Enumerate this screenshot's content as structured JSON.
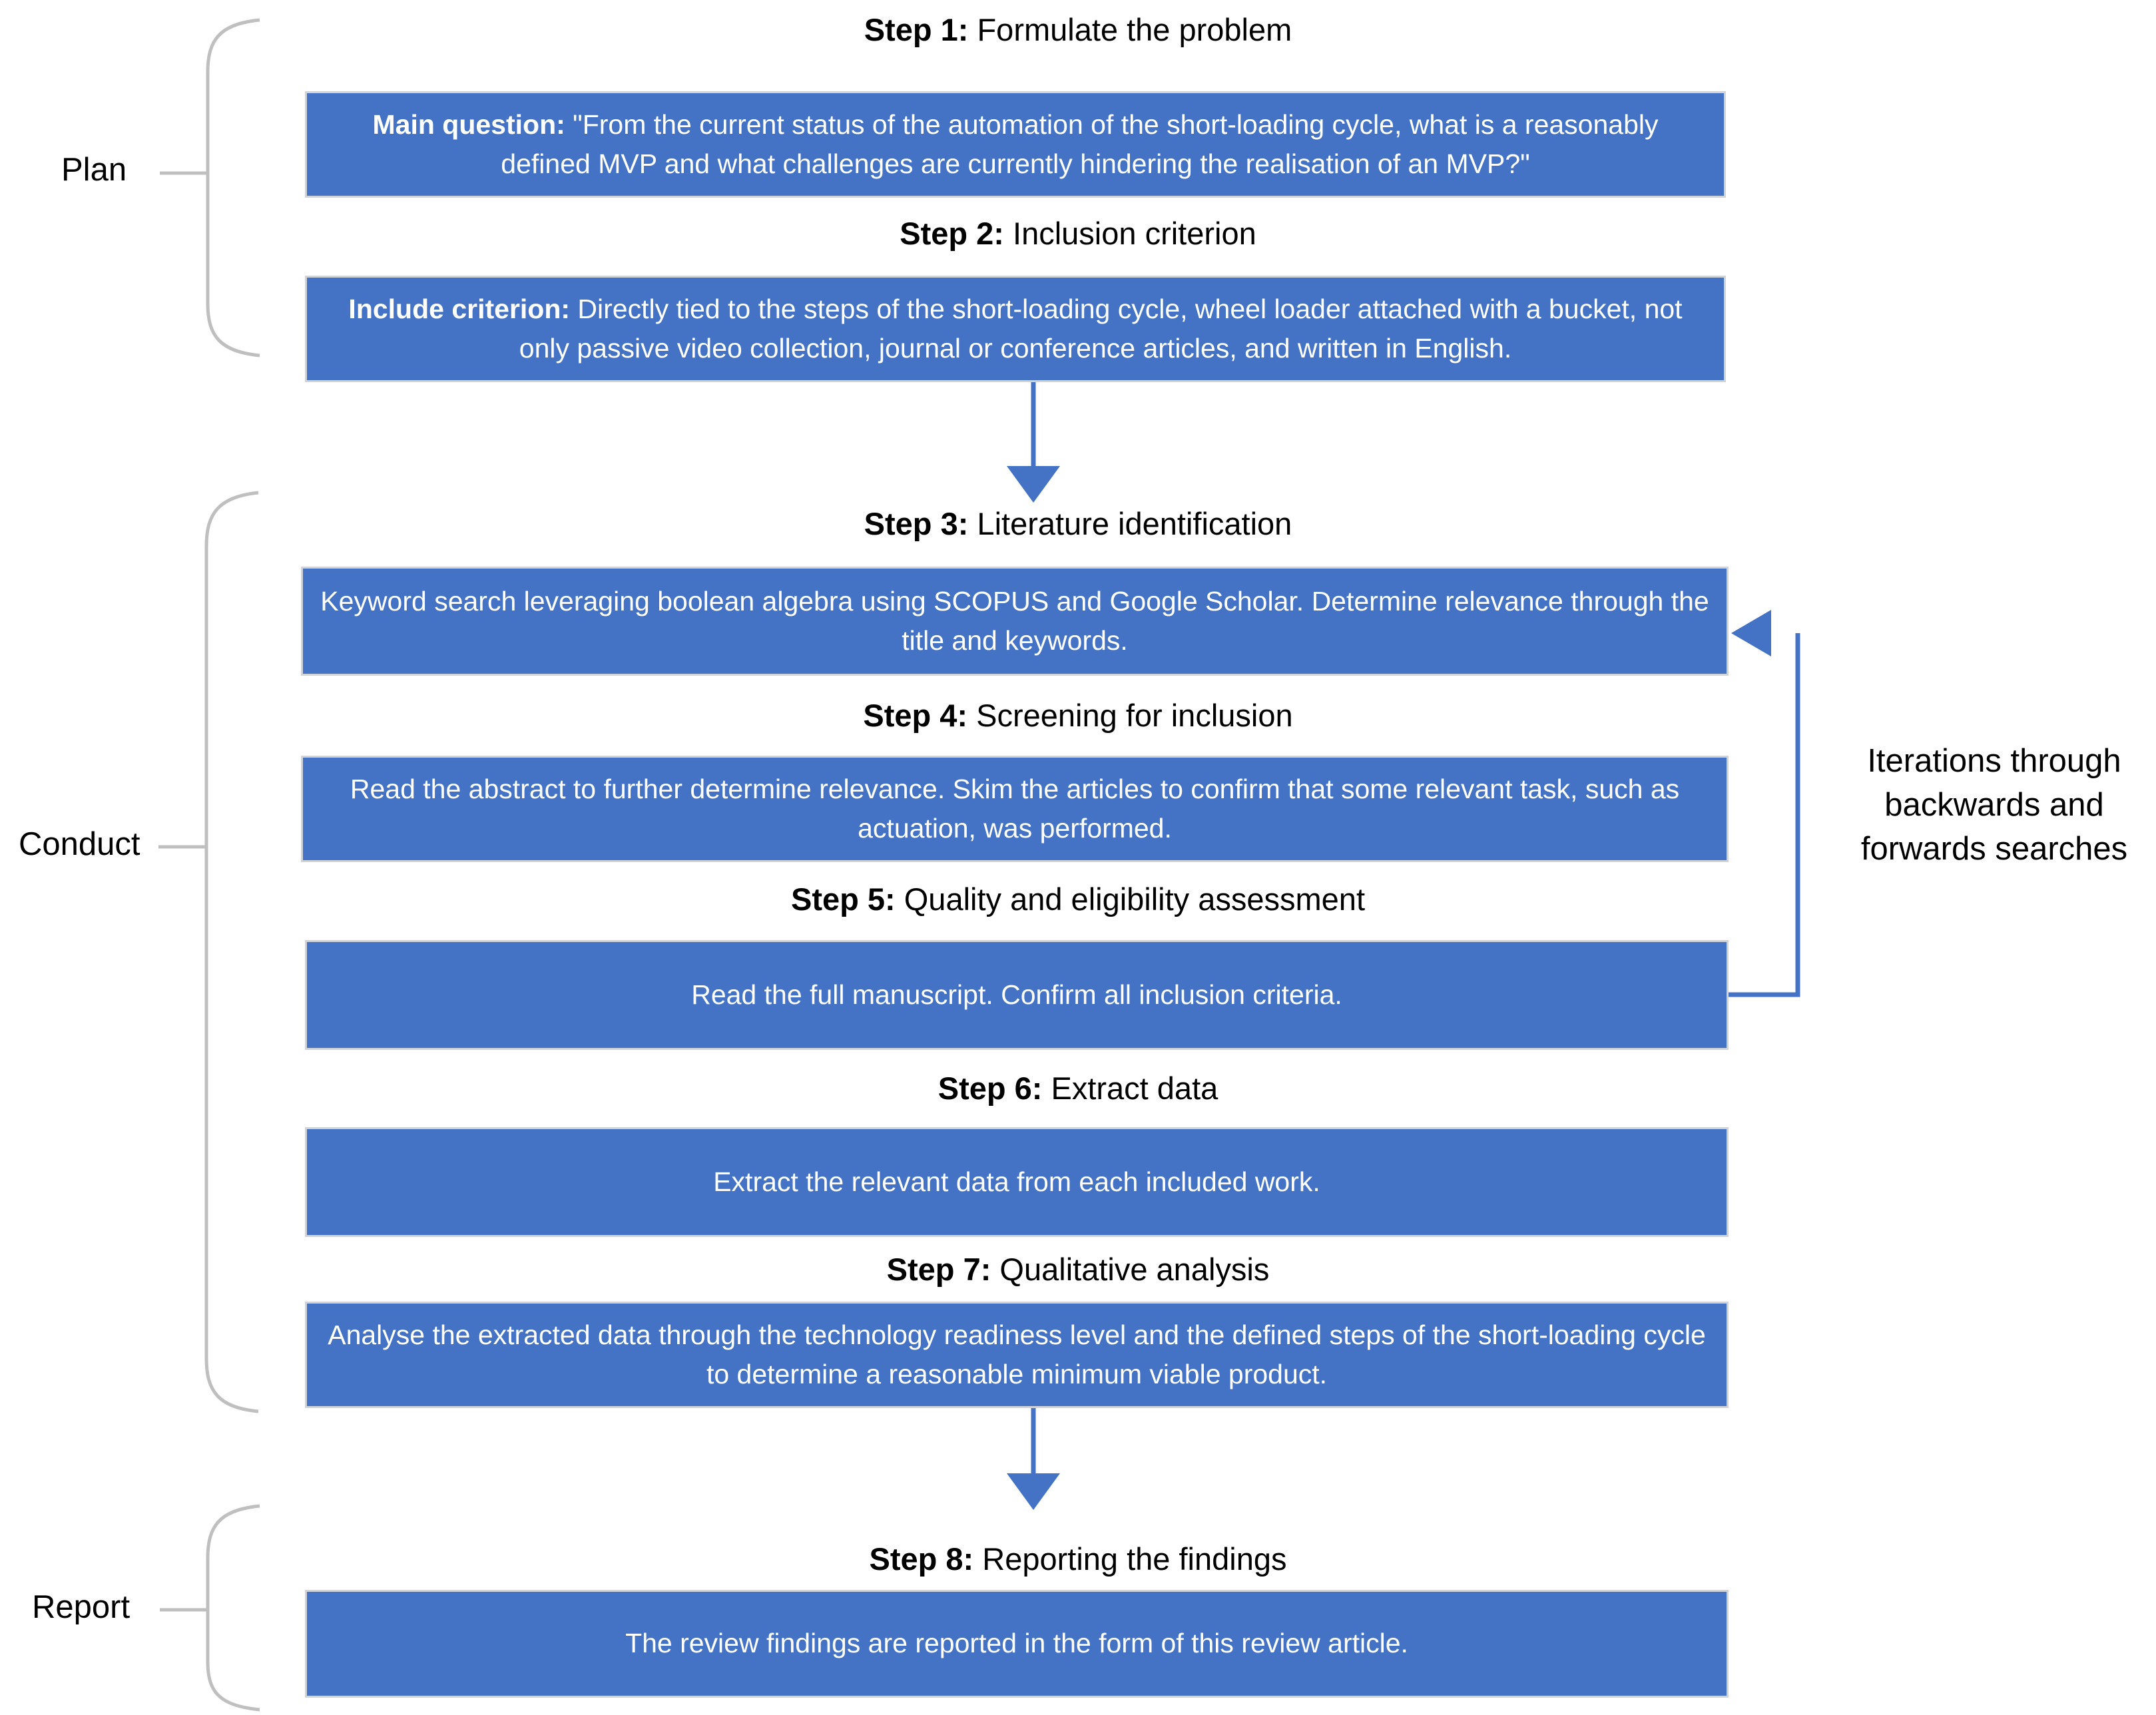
{
  "diagram": {
    "title_semantics": "systematic literature review protocol flowchart",
    "accent_color": "#4472C4",
    "box_border_color": "#D0D3D8",
    "brace_color": "#BFBFBF",
    "arrow_color": "#4472C4"
  },
  "phases": [
    {
      "id": "plan",
      "label": "Plan"
    },
    {
      "id": "conduct",
      "label": "Conduct"
    },
    {
      "id": "report",
      "label": "Report"
    }
  ],
  "steps": [
    {
      "number": "Step 1:",
      "title": " Formulate the problem",
      "body_bold": "Main question:",
      "body_rest": " \"From the current status of the automation of the short-loading cycle, what is a reasonably defined MVP and what challenges are currently hindering the realisation of an MVP?\""
    },
    {
      "number": "Step 2:",
      "title": " Inclusion criterion",
      "body_bold": "Include criterion:",
      "body_rest": " Directly tied to the steps of the short-loading cycle, wheel loader attached with a bucket, not only passive video collection, journal or conference articles, and written in English."
    },
    {
      "number": "Step 3:",
      "title": " Literature identification",
      "body_bold": "",
      "body_rest": "Keyword search leveraging boolean algebra using SCOPUS and Google Scholar. Determine relevance through the title and keywords."
    },
    {
      "number": "Step 4:",
      "title": " Screening for inclusion",
      "body_bold": "",
      "body_rest": "Read the abstract to further determine relevance. Skim the articles to confirm that some relevant task, such as actuation, was performed."
    },
    {
      "number": "Step 5:",
      "title": " Quality and eligibility assessment",
      "body_bold": "",
      "body_rest": "Read the full manuscript. Confirm all inclusion criteria."
    },
    {
      "number": "Step 6:",
      "title": " Extract data",
      "body_bold": "",
      "body_rest": "Extract the relevant data from each included work."
    },
    {
      "number": "Step 7:",
      "title": " Qualitative analysis",
      "body_bold": "",
      "body_rest": "Analyse the extracted data through the technology readiness level and the defined steps of the short-loading cycle to determine a reasonable minimum viable product."
    },
    {
      "number": "Step 8:",
      "title": " Reporting the findings",
      "body_bold": "",
      "body_rest": "The review findings are reported in the form of this review article."
    }
  ],
  "annotations": {
    "iteration_note": "Iterations through backwards and forwards searches"
  }
}
